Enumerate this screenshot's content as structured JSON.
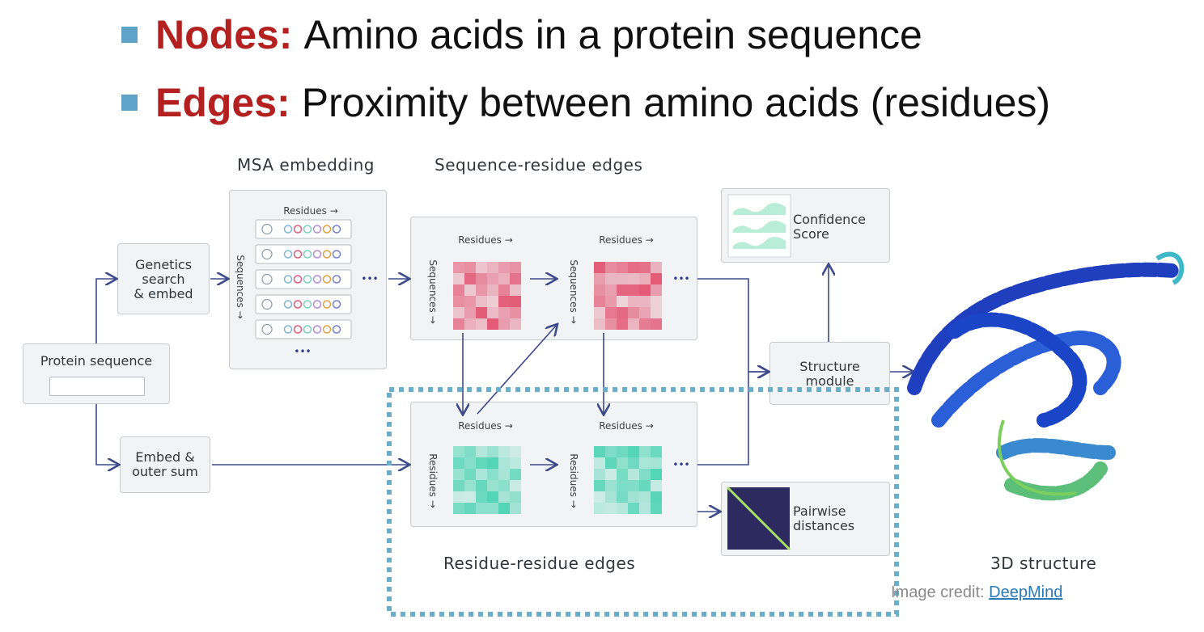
{
  "bullets": [
    {
      "keyword": "Nodes:",
      "text": "Amino acids in a protein sequence"
    },
    {
      "keyword": "Edges:",
      "text": "Proximity between amino acids (residues)"
    }
  ],
  "diagram": {
    "protein_sequence": "Protein sequence",
    "genetics_search": [
      "Genetics",
      "search",
      "& embed"
    ],
    "embed_outer": [
      "Embed &",
      "outer sum"
    ],
    "msa_embedding": "MSA embedding",
    "sequence_residue_edges": "Sequence-residue edges",
    "residue_residue_edges": "Residue-residue edges",
    "confidence": [
      "Confidence",
      "Score"
    ],
    "structure_module": [
      "Structure",
      "module"
    ],
    "pairwise": [
      "Pairwise",
      "distances"
    ],
    "structure_3d": "3D structure",
    "residues_arrow": "Residues →",
    "sequences_arrow": "Sequences →",
    "residues_down": "Residues →",
    "ellipsis": "•••"
  },
  "credit": {
    "prefix": "Image credit: ",
    "link": "DeepMind"
  },
  "colors": {
    "keyword": "#b3201f",
    "bullet": "#5fa3c8",
    "arrow": "#3c4a8a",
    "dotted": "#6aaecb",
    "red": "#e25b73",
    "teal": "#4fd1b5"
  }
}
